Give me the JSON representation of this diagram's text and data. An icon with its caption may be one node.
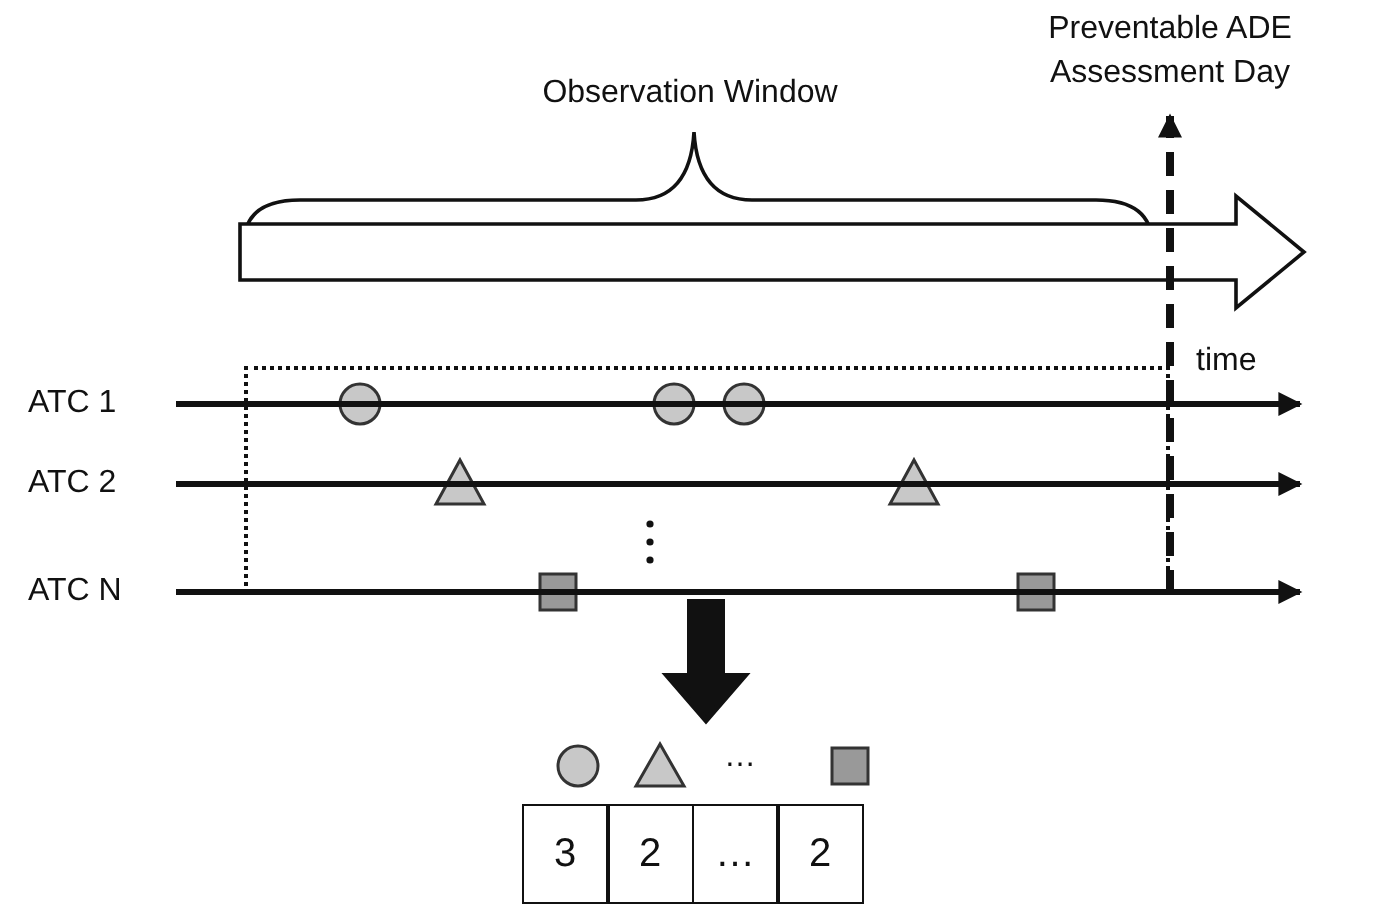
{
  "diagram": {
    "nodes": [
      {
        "text": [
          "Preventable ADE Assessment Day"
        ]
      },
      {
        "text": [
          "ATC 1"
        ]
      },
      {
        "text": [
          "ATC 2"
        ]
      },
      {
        "text": [
          "ATC N"
        ]
      },
      {
        "text": [],
        "shape": "box"
      },
      {
        "text": [
          "3",
          "2",
          "…",
          "2"
        ]
      }
    ],
    "edges": [
      {
        "from": 4,
        "to": 0,
        "arrow": "to",
        "style": "dashed"
      },
      {
        "from": 1,
        "to": null,
        "arrow": "to"
      },
      {
        "from": 2,
        "to": null,
        "arrow": "to"
      },
      {
        "from": 3,
        "to": null,
        "arrow": "to"
      },
      {
        "from": 4,
        "to": 5,
        "arrow": "to",
        "style": "thick"
      }
    ],
    "labels": [
      "Observation Window",
      "time",
      "…"
    ]
  }
}
